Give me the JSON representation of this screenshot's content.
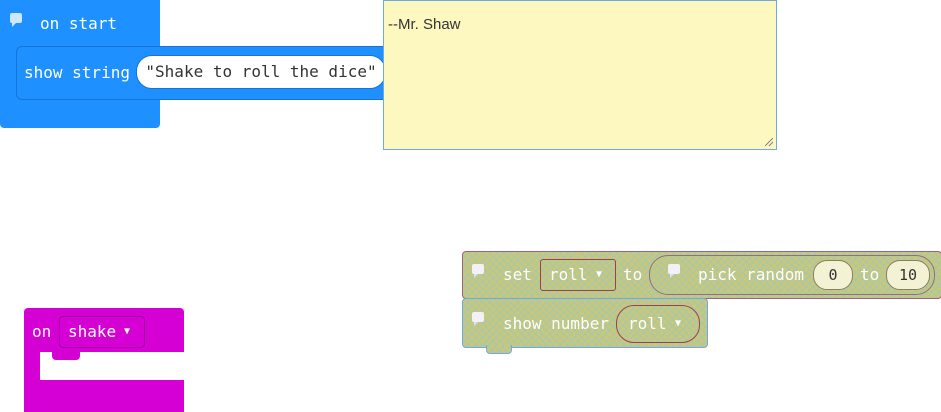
{
  "on_start": {
    "header_label": "on start",
    "show_string_label": "show string",
    "string_value": "\"Shake to roll the dice\""
  },
  "comment": {
    "text": "--Mr. Shaw"
  },
  "on_shake": {
    "label": "on",
    "gesture": "shake"
  },
  "set_block": {
    "set_label": "set",
    "variable": "roll",
    "to_label": "to",
    "pick_random_label": "pick random",
    "from_value": "0",
    "to_label_2": "to",
    "to_value": "10"
  },
  "show_number": {
    "label": "show number",
    "variable": "roll"
  },
  "colors": {
    "basic_blue": "#1e90ff",
    "input_magenta": "#d400d4",
    "comment_yellow": "#fcf8c0",
    "disabled_olive": "#c9c77a"
  }
}
